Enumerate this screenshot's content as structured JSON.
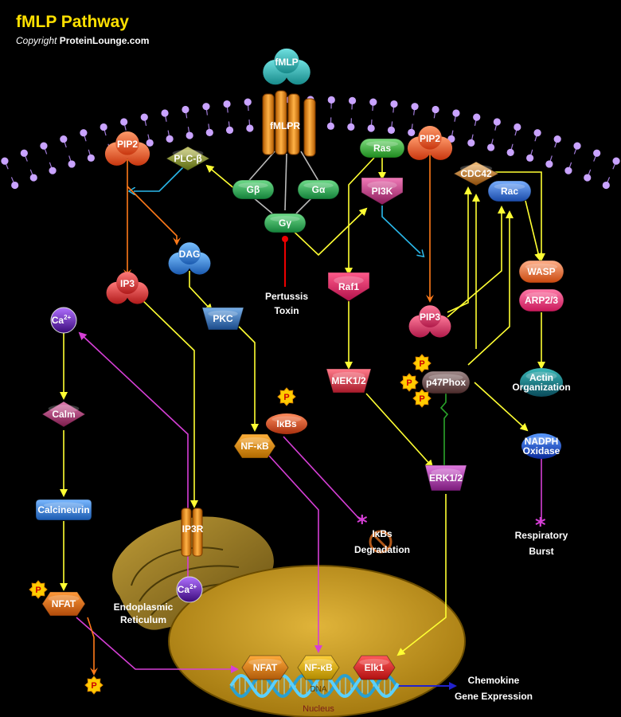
{
  "header": {
    "title": "fMLP Pathway",
    "copyright_prefix": "Copyright ",
    "copyright_site": "ProteinLounge.com"
  },
  "nodes": {
    "fmlp": "fMLP",
    "fmlpr": "fMLPR",
    "pip2_left": "PIP2",
    "pip2_right": "PIP2",
    "ras": "Ras",
    "plcb": "PLC-β",
    "gb": "Gβ",
    "ga": "Gα",
    "gg": "Gγ",
    "pi3k": "PI3K",
    "cdc42": "CDC42",
    "rac": "Rac",
    "dag": "DAG",
    "ip3": "IP3",
    "raf1": "Raf1",
    "pip3": "PIP3",
    "wasp": "WASP",
    "arp23": "ARP2/3",
    "actin_line1": "Actin",
    "actin_line2": "Organization",
    "pkc": "PKC",
    "ca_top": "Ca",
    "ca_top_sup": "2+",
    "ca_er": "Ca",
    "ca_er_sup": "2+",
    "mek": "MEK1/2",
    "p47phox": "p47Phox",
    "calm": "Calm",
    "ikbs": "IκBs",
    "nfkb": "NF-κB",
    "nadph_line1": "NADPH",
    "nadph_line2": "Oxidase",
    "erk": "ERK1/2",
    "calcineurin": "Calcineurin",
    "ip3r": "IP3R",
    "nfat": "NFAT",
    "nfat_nuc": "NFAT",
    "nfkb_nuc": "NF-κB",
    "elk1": "Elk1",
    "dna": "DNA",
    "phospho": "P"
  },
  "labels": {
    "pertussis_line1": "Pertussis",
    "pertussis_line2": "Toxin",
    "ikbs_deg_line1": "IκBs",
    "ikbs_deg_line2": "Degradation",
    "resp_line1": "Respiratory",
    "resp_line2": "Burst",
    "er_line1": "Endoplasmic",
    "er_line2": "Reticulum",
    "nucleus": "Nucleus",
    "chemokine_line1": "Chemokine",
    "chemokine_line2": "Gene Expression"
  },
  "colors": {
    "activation_arrow": "#ffff33",
    "orange_arrow": "#ff7a1a",
    "magenta_arrow": "#d63fd6",
    "cyan_link": "#2ab8ea",
    "membrane": "#c9a3ff",
    "nucleus": "#d4a62a",
    "inhibition": "#ee0000",
    "dna_out": "#2222cc"
  }
}
